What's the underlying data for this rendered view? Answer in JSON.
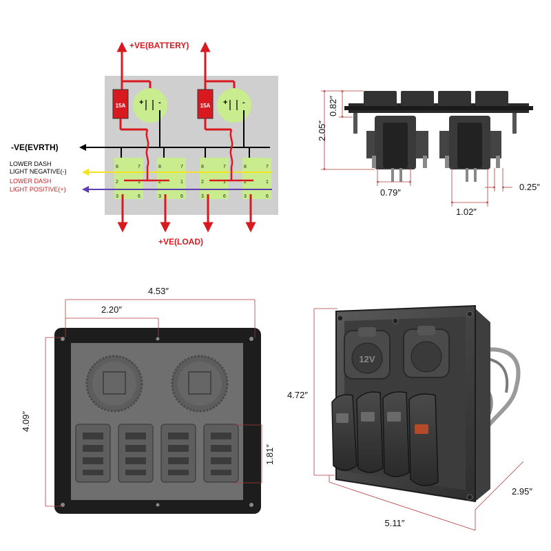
{
  "wiring": {
    "battery_label": "+VE(BATTERY)",
    "load_label": "+VE(LOAD)",
    "ground_label": "-VE(EVRTH)",
    "neg_label_1": "LOWER DASH",
    "neg_label_2": "LIGHT NEGATIVE(-)",
    "pos_label_1": "LOWER DASH",
    "pos_label_2": "LIGHT POSITIVE(+)",
    "fuse_label": "15A",
    "socket_plus": "+",
    "socket_minus": "-",
    "pins": [
      "8",
      "7",
      "2",
      "1",
      "3",
      "6"
    ],
    "colors": {
      "positive": "#d8191f",
      "negative": "#f3e324",
      "dash_positive": "#5b3fb0",
      "ground": "#000000",
      "board": "#cfcfcf",
      "component": "#c9ec8f"
    }
  },
  "side_view": {
    "height_total": "2.05″",
    "top_height": "0.82″",
    "socket_width": "0.79″",
    "spacing": "1.02″",
    "tab": "0.25″"
  },
  "front_view": {
    "width": "4.53″",
    "hole_spacing": "2.20″",
    "height": "4.09″",
    "switch_height": "1.81″"
  },
  "iso_view": {
    "height": "4.72″",
    "width": "5.11″",
    "depth": "2.95″",
    "socket_mark": "12V"
  }
}
